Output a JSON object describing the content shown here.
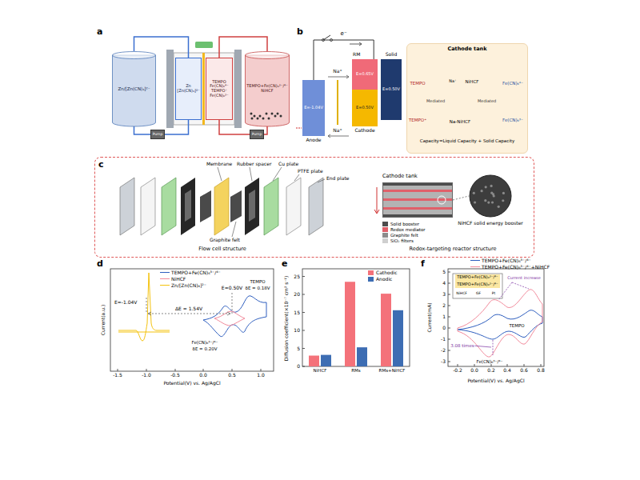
{
  "diagram": {
    "nodes": [
      {
        "text": [
          "Zn/[Zn(CN)₄]²⁻"
        ]
      },
      {
        "text": [
          "TEMPO+Fe(CN)₆³⁻/⁴⁻",
          "NiHCF"
        ]
      },
      {
        "text": [
          "Pump"
        ]
      },
      {
        "text": [
          "Pump"
        ]
      },
      {
        "text": [
          "Zn",
          "[Zn(CN)₄]²⁻"
        ]
      },
      {
        "text": [
          "TEMPO",
          "Fe(CN)₆⁴⁻",
          "TEMPO⁺",
          "Fe(CN)₆³⁻"
        ]
      },
      {
        "text": [
          "E=-1.04V",
          "Anode"
        ]
      },
      {
        "text": [
          "RM",
          "E=0.65V"
        ]
      },
      {
        "text": [
          "E=0.50V",
          "Cathode"
        ]
      },
      {
        "text": [
          "Solid",
          "E=0.50V"
        ]
      },
      {
        "text": [
          "Cathode tank",
          "Capacity=Liquid Capacity + Solid Capacity"
        ]
      },
      {
        "text": [
          "Flow cell structure",
          "Redox-targeting reactor structure"
        ]
      },
      {
        "text": [
          "Cathode tank"
        ],
        "in": 11
      },
      {
        "text": [
          "NiHCF solid energy booster"
        ],
        "in": 11
      }
    ],
    "edges": [
      {
        "from": 0,
        "to": 4,
        "arrow": "none"
      },
      {
        "from": 4,
        "to": 2,
        "arrow": "none"
      },
      {
        "from": 2,
        "to": 0,
        "arrow": "none"
      },
      {
        "from": 1,
        "to": 5,
        "arrow": "none"
      },
      {
        "from": 5,
        "to": 3,
        "arrow": "none"
      },
      {
        "from": 3,
        "to": 1,
        "arrow": "none"
      },
      {
        "from": 6,
        "to": 7,
        "label": "e⁻",
        "arrow": "none"
      },
      {
        "from": 12,
        "to": 13,
        "arrow": "none"
      }
    ],
    "labels": [
      "a",
      "b",
      "Na⁺",
      "Na⁺",
      "TEMPO",
      "TEMPO⁺",
      "Mediated",
      "Na⁺",
      "NiHCF",
      "Na-NiHCF",
      "Mediated",
      "Fe(CN)₆⁴⁻",
      "Fe(CN)₆³⁻",
      "c",
      "Membrane",
      "Rubber spacer",
      "Cu plate",
      "PTFE plate",
      "End plate",
      "Graphite felt",
      "d",
      "E=-1.04V",
      "ΔE = 1.54V",
      "E=0.50V",
      "TEMPO",
      "δE = 0.18V",
      "Fe(CN)₆³⁻/⁴⁻",
      "δE = 0.20V",
      "Current(a.u.)",
      "-1.5",
      "-1.0",
      "-0.5",
      "0.0",
      "0.5",
      "1.0",
      "Potential(V) vs. Ag/AgCl",
      "e",
      "Diffusion coefficient(×10⁻⁷ cm² s⁻¹)",
      "0",
      "5",
      "10",
      "15",
      "20",
      "25",
      "NiHCF",
      "RMs",
      "RMs+NiHCF",
      "f",
      "TEMPO+Fe(CN)₆³⁻/⁴⁻",
      "TEMPO+Fe(CN)₆³⁻/⁴⁻",
      "NiHCF",
      "GF",
      "Pt",
      "Current increase",
      "TEMPO",
      "3.08 times",
      "Fe(CN)₆³⁻/⁴⁻",
      "Current(mA)",
      "5",
      "4",
      "3",
      "2",
      "1",
      "0",
      "-1",
      "-2",
      "-3",
      "-0.2",
      "0.0",
      "0.2",
      "0.4",
      "0.6",
      "0.8",
      "Potential(V) vs. Ag/AgCl"
    ],
    "legend": [
      {
        "text": "Solid booster",
        "color": "#4d4d4d"
      },
      {
        "text": "Redox mediator",
        "color": "#e0606a"
      },
      {
        "text": "Graphite felt",
        "color": "#8c8c8c"
      },
      {
        "text": "SiO₂ filters",
        "color": "#cfcfcf"
      },
      {
        "text": "TEMPO+Fe(CN)₆³⁻/⁴⁻"
      },
      {
        "text": "NiHCF"
      },
      {
        "text": "Zn/[Zn(CN)₄]²⁻"
      },
      {
        "text": "Cathodic",
        "color": "#f4727a"
      },
      {
        "text": "Anodic",
        "color": "#3d6db3"
      },
      {
        "text": "TEMPO+Fe(CN)₆³⁻/⁴⁻"
      },
      {
        "text": "TEMPO+Fe(CN)₆³⁻/⁴⁻+NiHCF"
      }
    ]
  }
}
